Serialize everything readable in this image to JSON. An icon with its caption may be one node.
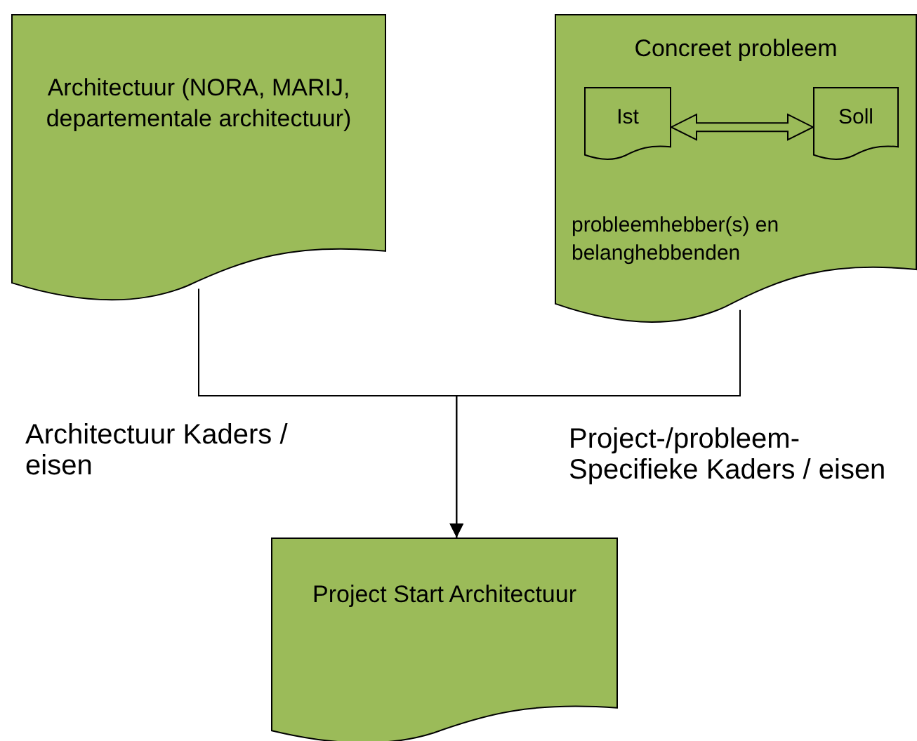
{
  "diagram": {
    "nodes": [
      {
        "text": [
          "Architectuur (NORA, MARIJ, departementale architectuur)"
        ]
      },
      {
        "text": [
          "Concreet probleem",
          "probleemhebber(s) en belanghebbenden"
        ]
      },
      {
        "text": [
          "Ist"
        ],
        "in": 1
      },
      {
        "text": [
          "Soll"
        ],
        "in": 1
      },
      {
        "text": [
          "Project Start Architectuur"
        ]
      }
    ],
    "edges": [
      {
        "from": 2,
        "to": 3,
        "arrow": "both"
      },
      {
        "from": 0,
        "to": 4,
        "arrow": "to"
      },
      {
        "from": 1,
        "to": 4,
        "arrow": "to"
      }
    ],
    "labels": [
      "Architectuur Kaders / eisen",
      "Project-/probleem- Specifieke Kaders / eisen"
    ]
  }
}
